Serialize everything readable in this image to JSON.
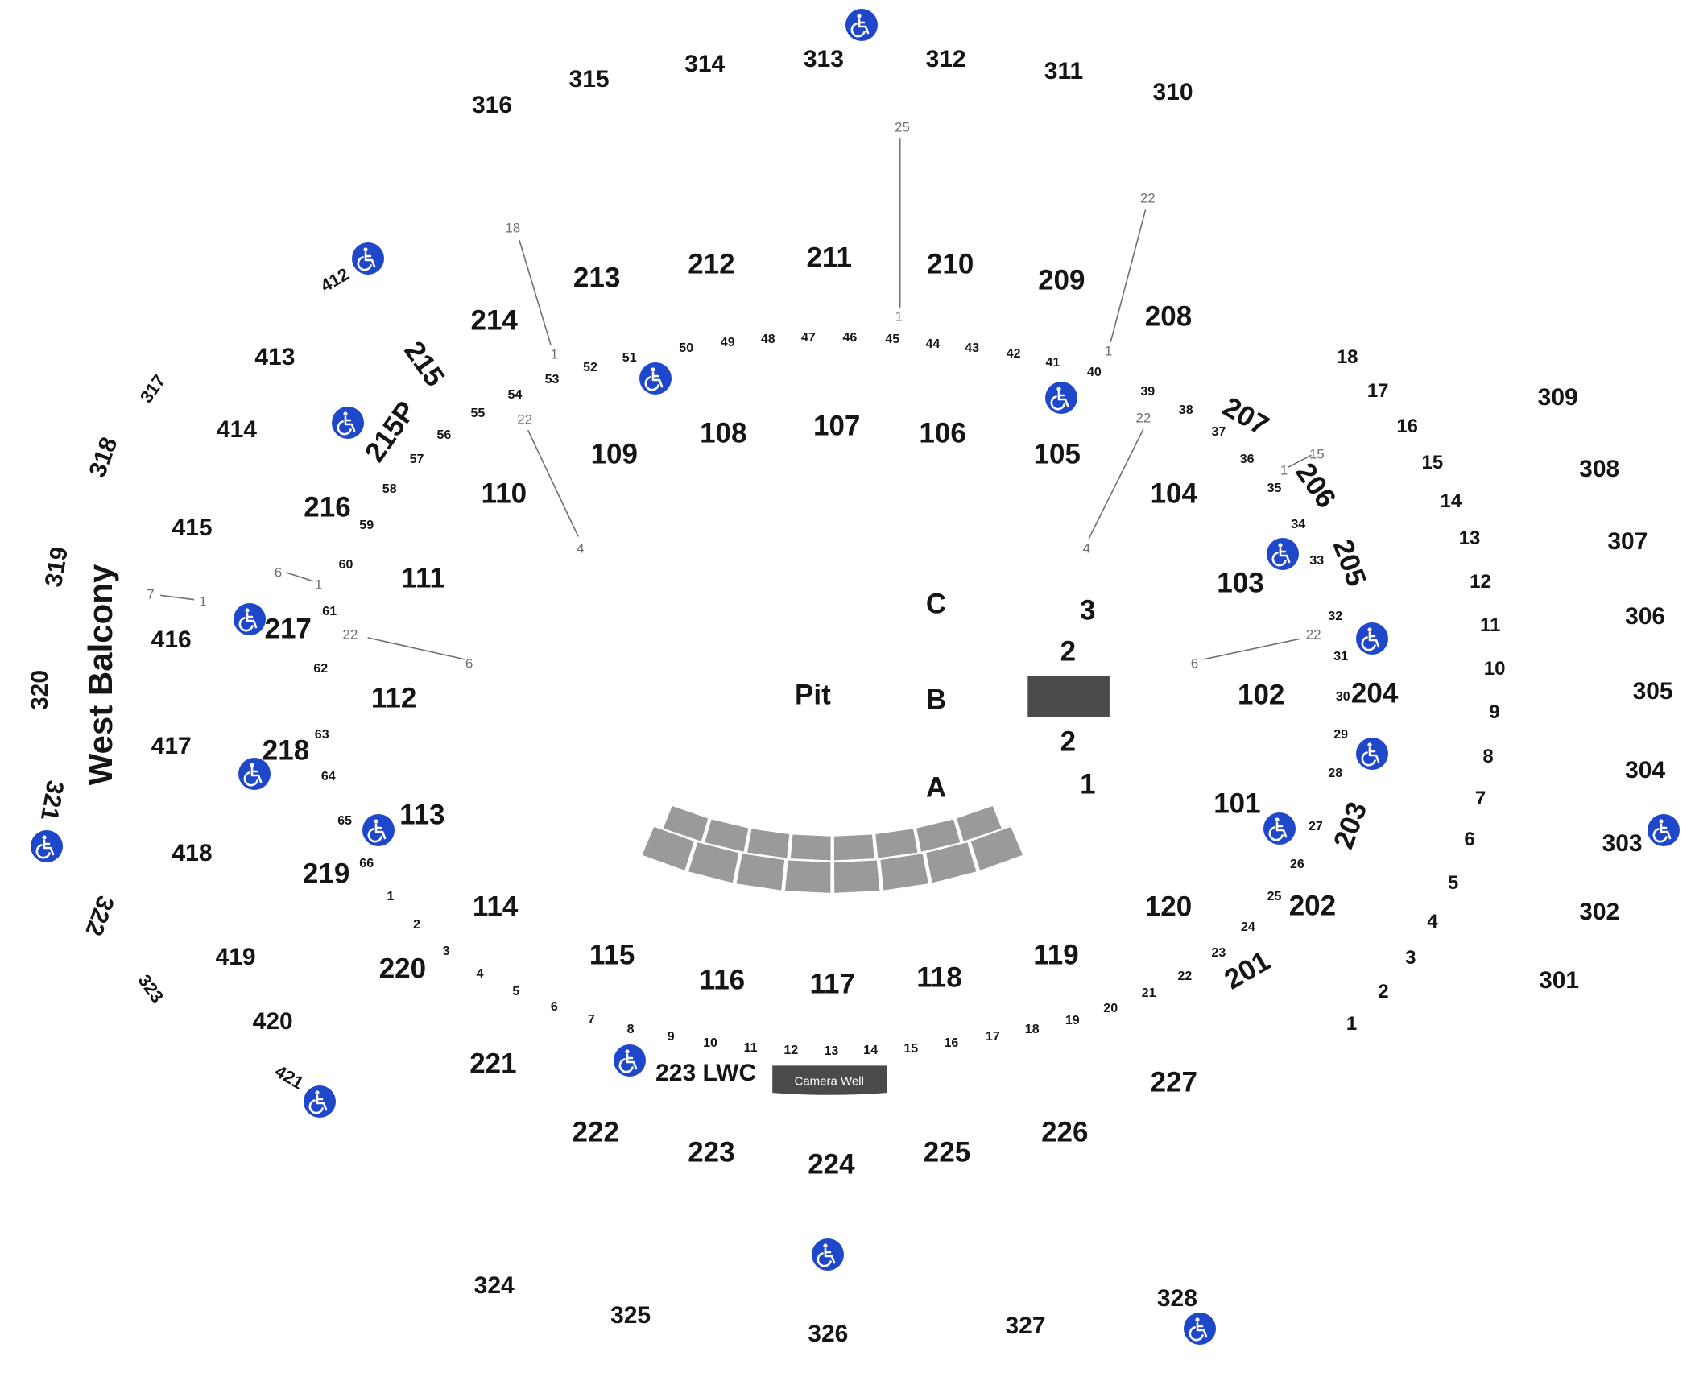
{
  "venue": {
    "stage_sections": [
      "A",
      "B",
      "C"
    ],
    "pit_label": "Pit",
    "stage_numbers": [
      "1",
      "2",
      "2",
      "3"
    ],
    "west_balcony_label": "West Balcony",
    "camera_well_label": "Camera Well",
    "lwc_label": "223 LWC"
  },
  "colors": {
    "background": "#ffffff",
    "text": "#151515",
    "ada_icon": "#1f47c9",
    "stage_block": "#4a4a4a",
    "grey_riser": "#9a9a9a",
    "row_lines": "#707070"
  },
  "icon": "wheelchair-accessible-icon",
  "sections_100": [
    "101",
    "102",
    "103",
    "104",
    "105",
    "106",
    "107",
    "108",
    "109",
    "110",
    "111",
    "112",
    "113",
    "114",
    "115",
    "116",
    "117",
    "118",
    "119",
    "120"
  ],
  "sections_200": [
    "201",
    "202",
    "203",
    "204",
    "205",
    "206",
    "207",
    "208",
    "209",
    "210",
    "211",
    "212",
    "213",
    "214",
    "215",
    "215P",
    "216",
    "217",
    "218",
    "219",
    "220",
    "221",
    "222",
    "223",
    "224",
    "225",
    "226",
    "227"
  ],
  "sections_300": [
    "301",
    "302",
    "303",
    "304",
    "305",
    "306",
    "307",
    "308",
    "309",
    "310",
    "311",
    "312",
    "313",
    "314",
    "315",
    "316",
    "317",
    "318",
    "319",
    "320",
    "321",
    "322",
    "323",
    "324",
    "325",
    "326",
    "327",
    "328"
  ],
  "sections_400": [
    "412",
    "413",
    "414",
    "415",
    "416",
    "417",
    "418",
    "419",
    "420",
    "421"
  ],
  "east_rows": [
    "1",
    "2",
    "3",
    "4",
    "5",
    "6",
    "7",
    "8",
    "9",
    "10",
    "11",
    "12",
    "13",
    "14",
    "15",
    "16",
    "17",
    "18"
  ],
  "ring_seats": [
    "1",
    "2",
    "3",
    "4",
    "5",
    "6",
    "7",
    "8",
    "9",
    "10",
    "11",
    "12",
    "13",
    "14",
    "15",
    "16",
    "17",
    "18",
    "19",
    "20",
    "21",
    "22",
    "23",
    "24",
    "25",
    "26",
    "27",
    "28",
    "29",
    "30",
    "31",
    "32",
    "33",
    "34",
    "35",
    "36",
    "37",
    "38",
    "39",
    "40",
    "41",
    "42",
    "43",
    "44",
    "45",
    "46",
    "47",
    "48",
    "49",
    "50",
    "51",
    "52",
    "53",
    "54",
    "55",
    "56",
    "57",
    "58",
    "59",
    "60",
    "61",
    "62",
    "63",
    "64",
    "65",
    "66"
  ],
  "row_markers": [
    "25",
    "1",
    "22",
    "1",
    "22",
    "4",
    "18",
    "1",
    "22",
    "4",
    "6",
    "1",
    "22",
    "6",
    "7",
    "1",
    "6",
    "22",
    "15",
    "1"
  ]
}
